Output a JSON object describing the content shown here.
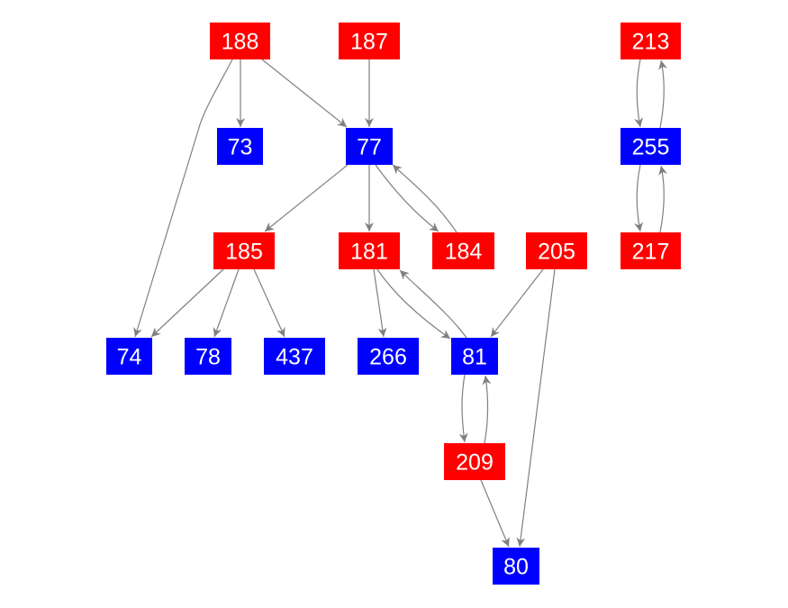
{
  "colors": {
    "red_node": "#ff0000",
    "blue_node": "#0000ff",
    "edge": "#808080"
  },
  "nodes": [
    {
      "id": "188",
      "label": "188",
      "color": "red"
    },
    {
      "id": "187",
      "label": "187",
      "color": "red"
    },
    {
      "id": "213",
      "label": "213",
      "color": "red"
    },
    {
      "id": "73",
      "label": "73",
      "color": "blue"
    },
    {
      "id": "77",
      "label": "77",
      "color": "blue"
    },
    {
      "id": "255",
      "label": "255",
      "color": "blue"
    },
    {
      "id": "185",
      "label": "185",
      "color": "red"
    },
    {
      "id": "181",
      "label": "181",
      "color": "red"
    },
    {
      "id": "184",
      "label": "184",
      "color": "red"
    },
    {
      "id": "205",
      "label": "205",
      "color": "red"
    },
    {
      "id": "217",
      "label": "217",
      "color": "red"
    },
    {
      "id": "74",
      "label": "74",
      "color": "blue"
    },
    {
      "id": "78",
      "label": "78",
      "color": "blue"
    },
    {
      "id": "437",
      "label": "437",
      "color": "blue"
    },
    {
      "id": "266",
      "label": "266",
      "color": "blue"
    },
    {
      "id": "81",
      "label": "81",
      "color": "blue"
    },
    {
      "id": "209",
      "label": "209",
      "color": "red"
    },
    {
      "id": "80",
      "label": "80",
      "color": "blue"
    }
  ],
  "edges": [
    [
      "188",
      "73"
    ],
    [
      "188",
      "77"
    ],
    [
      "188",
      "74"
    ],
    [
      "187",
      "77"
    ],
    [
      "77",
      "185"
    ],
    [
      "77",
      "181"
    ],
    [
      "77",
      "184"
    ],
    [
      "184",
      "77"
    ],
    [
      "185",
      "74"
    ],
    [
      "185",
      "78"
    ],
    [
      "185",
      "437"
    ],
    [
      "181",
      "266"
    ],
    [
      "181",
      "81"
    ],
    [
      "81",
      "181"
    ],
    [
      "205",
      "81"
    ],
    [
      "205",
      "80"
    ],
    [
      "81",
      "209"
    ],
    [
      "209",
      "81"
    ],
    [
      "209",
      "80"
    ],
    [
      "213",
      "255"
    ],
    [
      "255",
      "213"
    ],
    [
      "255",
      "217"
    ],
    [
      "217",
      "255"
    ]
  ]
}
